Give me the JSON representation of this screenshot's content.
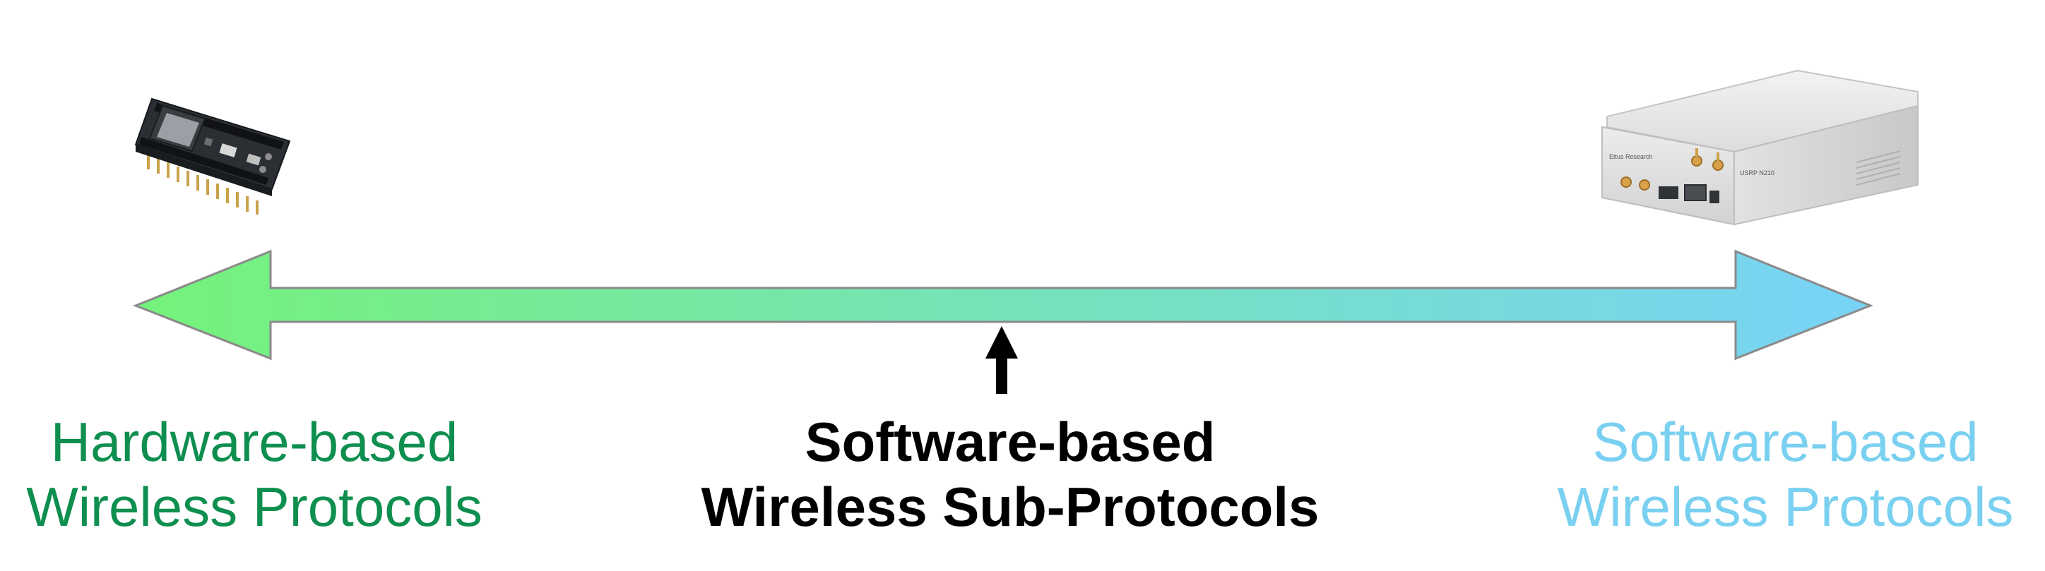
{
  "labels": {
    "left": {
      "line1": "Hardware-based",
      "line2": "Wireless Protocols",
      "color": "#0e8f4f"
    },
    "center": {
      "line1": "Software-based",
      "line2": "Wireless Sub-Protocols",
      "color": "#000000"
    },
    "right": {
      "line1": "Software-based",
      "line2": "Wireless Protocols",
      "color": "#79d0f0"
    }
  },
  "spectrum": {
    "gradient_start": "#75f27a",
    "gradient_end": "#78d3f7",
    "outline": "#8a8a8a"
  },
  "devices": {
    "left": {
      "icon": "microcontroller-board-icon"
    },
    "right": {
      "icon": "sdr-radio-box-icon",
      "brand_text": "Ettus Research",
      "model_text": "USRP N210"
    }
  }
}
